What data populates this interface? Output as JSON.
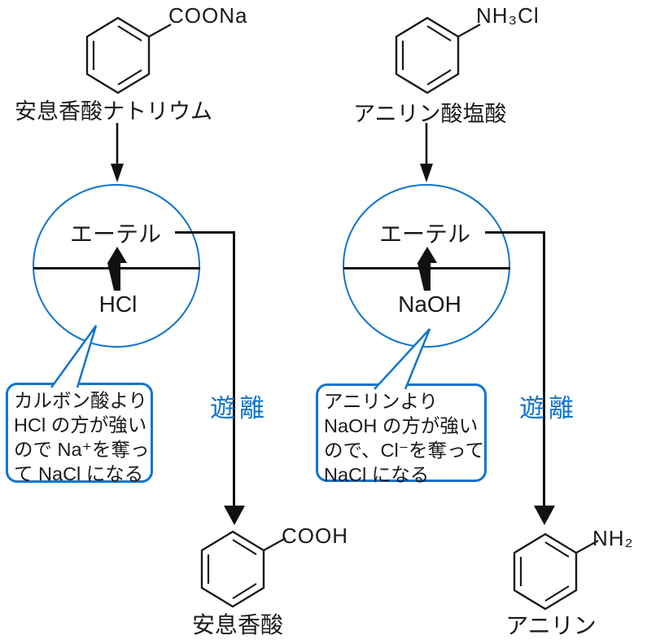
{
  "colors": {
    "accent_blue": "#1274cc",
    "line_black": "#111111"
  },
  "left": {
    "top_molecule": {
      "formula": "COONa",
      "name": "安息香酸ナトリウム"
    },
    "funnel": {
      "upper_layer": "エーテル",
      "lower_layer": "HCl"
    },
    "callout": {
      "lines": [
        "カルボン酸より",
        "HCl の方が強い",
        "ので Na⁺を奪っ",
        "て NaCl になる"
      ]
    },
    "release_label": "遊離",
    "bottom_molecule": {
      "formula": "COOH",
      "name": "安息香酸"
    }
  },
  "right": {
    "top_molecule": {
      "formula": "NH₃Cl",
      "name": "アニリン酸塩酸"
    },
    "funnel": {
      "upper_layer": "エーテル",
      "lower_layer": "NaOH"
    },
    "callout": {
      "lines": [
        "アニリンより",
        "NaOH の方が強い",
        "ので、Cl⁻を奪って",
        "NaCl になる"
      ]
    },
    "release_label": "遊離",
    "bottom_molecule": {
      "formula": "NH₂",
      "name": "アニリン"
    }
  }
}
